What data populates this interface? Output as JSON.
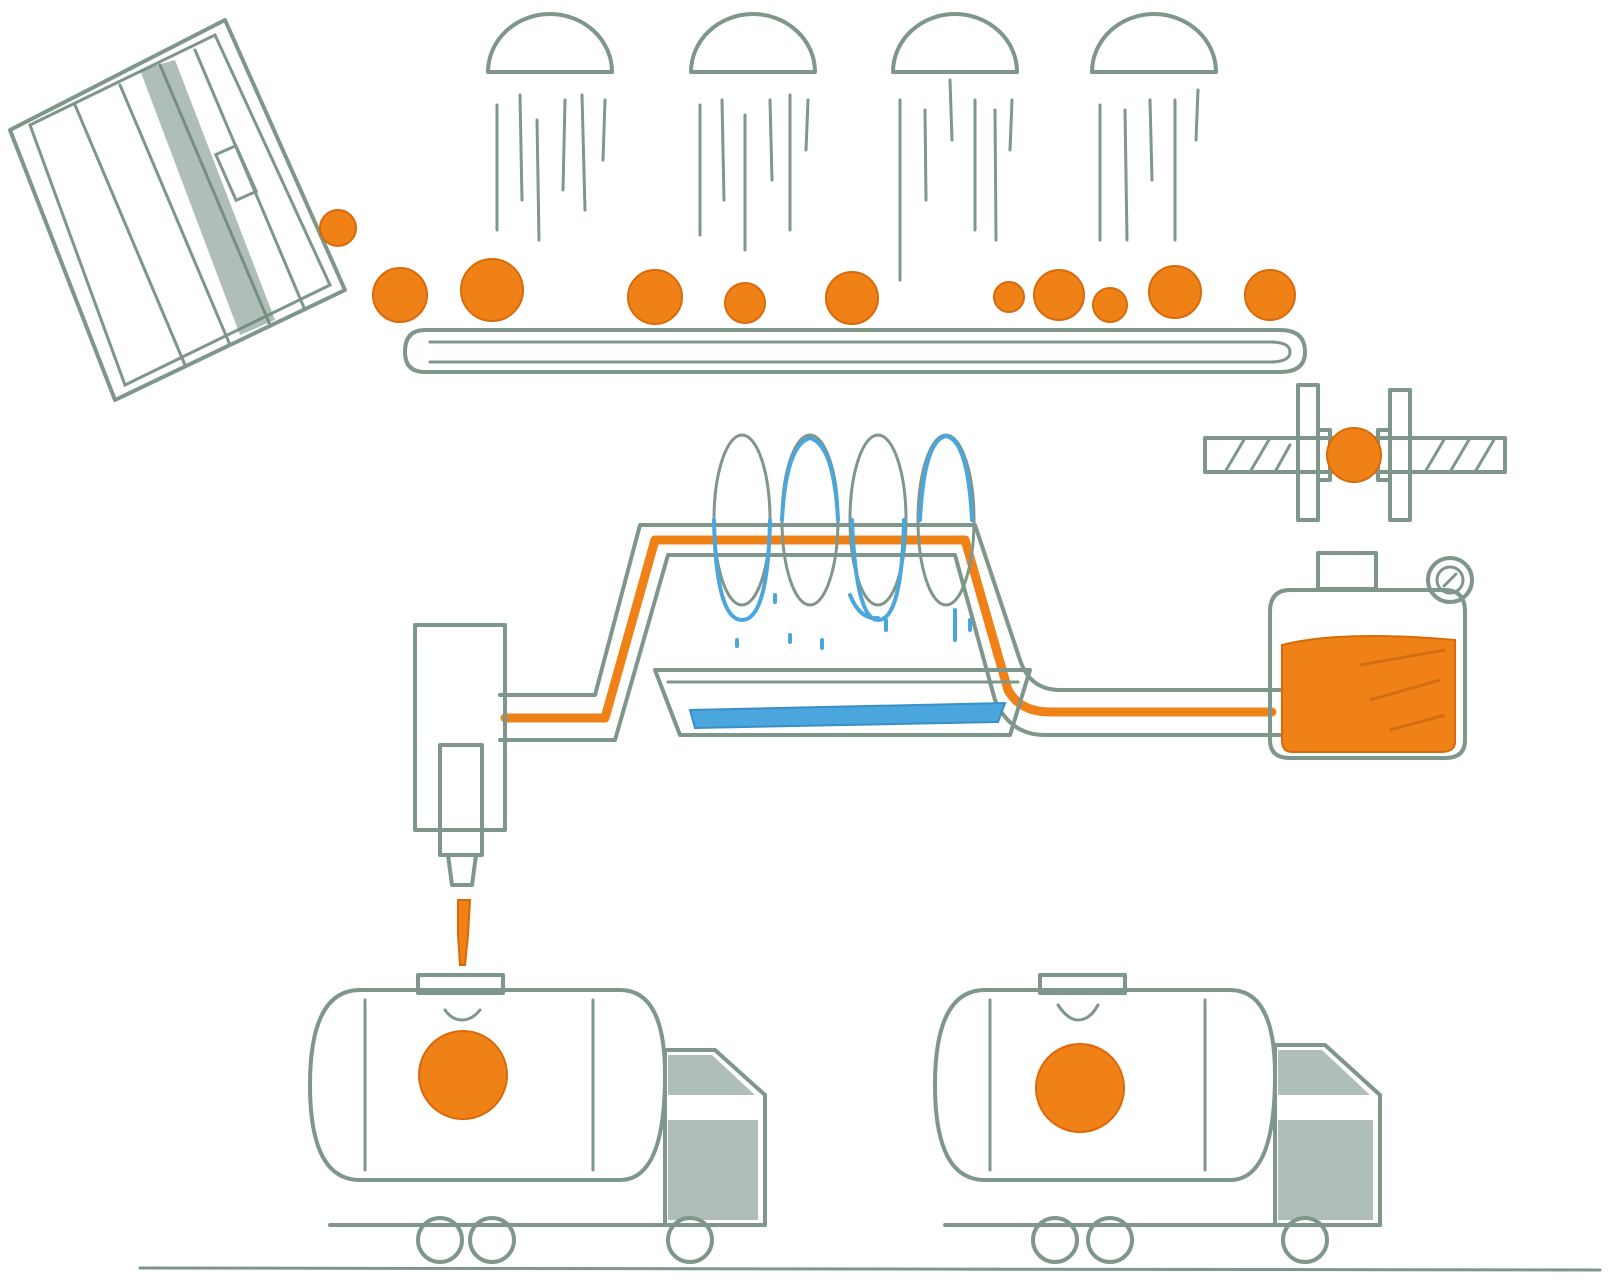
{
  "colors": {
    "ink": "#7f968a",
    "orange": "#f08116",
    "orange_dark": "#d86a0a",
    "water": "#4aa6dd",
    "shade": "#6e8a7b"
  },
  "icons": {
    "crate": "tilted-crate-icon",
    "washer": "sprinkler-head-icon",
    "press": "juice-press-icon",
    "evaporator": "coil-evaporator-icon",
    "tank": "juice-tank-icon",
    "filler": "filling-nozzle-icon",
    "truck": "tanker-truck-icon",
    "fruit": "orange-fruit-icon"
  },
  "stages": [
    "crate-dump",
    "washing",
    "conveyor",
    "pressing",
    "evaporation",
    "storage-tank",
    "filling",
    "tanker-transport"
  ]
}
